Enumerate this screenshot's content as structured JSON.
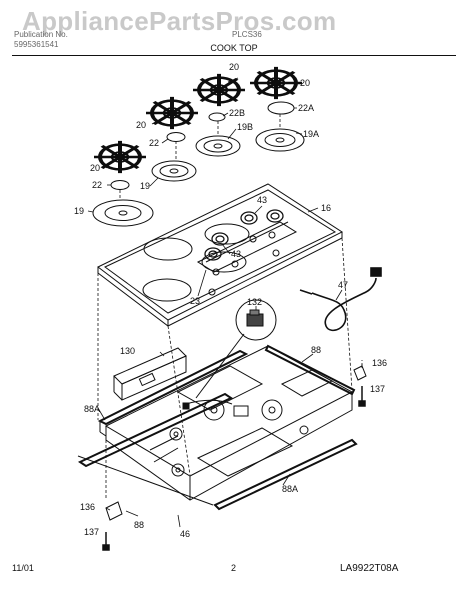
{
  "watermark": "AppliancePartsPros.com",
  "header": {
    "left_line1": "Publication No.",
    "left_line2": "5995361541",
    "model": "PLCS36",
    "section_title": "COOK TOP"
  },
  "callouts": {
    "grate": "20",
    "cap": "22",
    "cap_b": "22B",
    "cap_a": "22A",
    "head": "19",
    "head_b": "19B",
    "head_a": "19A",
    "cooktop": "16",
    "valve": "43",
    "manifold": "23",
    "cord": "47",
    "ignitor": "132",
    "shield": "130",
    "rail": "88",
    "rail_a": "88A",
    "bracket": "136",
    "screw": "137",
    "box": "46"
  },
  "footer": {
    "date": "11/01",
    "page": "2",
    "diagram_id": "LA9922T08A"
  }
}
